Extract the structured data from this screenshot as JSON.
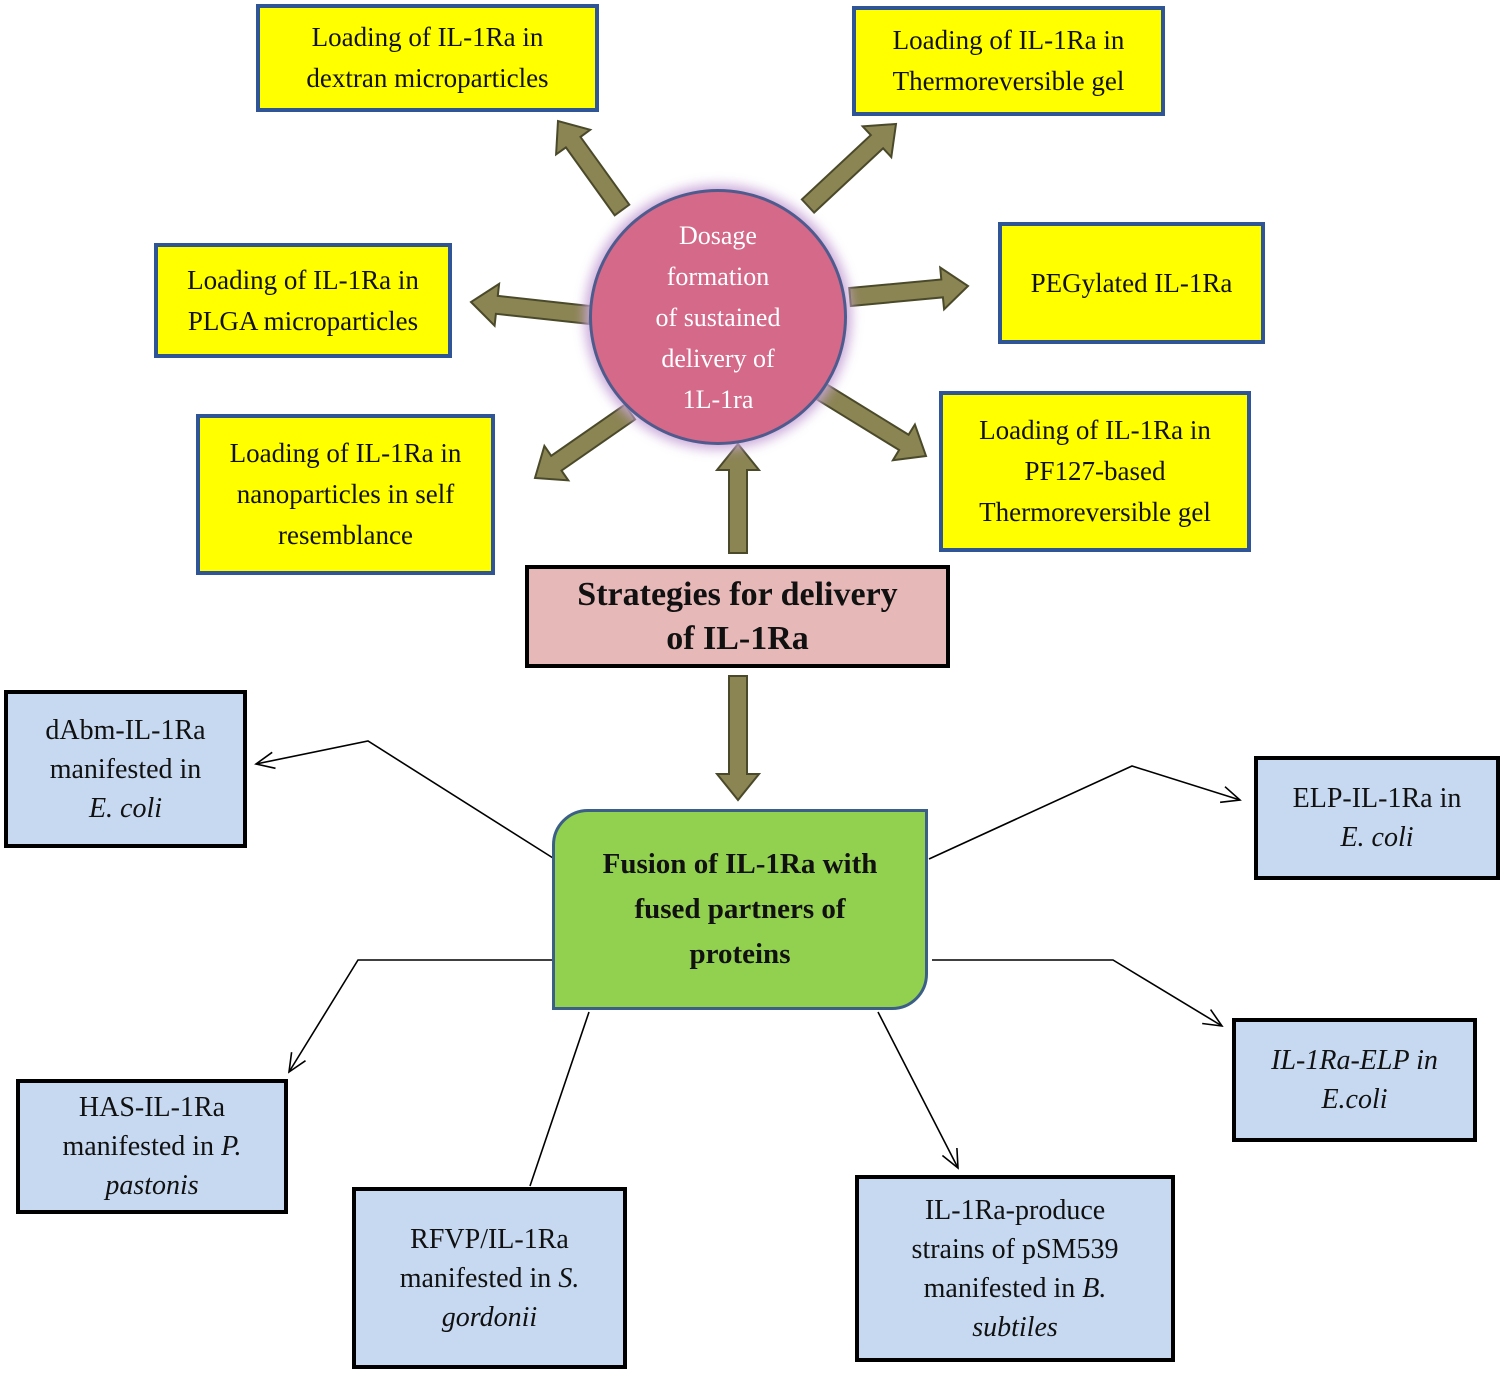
{
  "center_hub": {
    "lines": [
      "Dosage",
      "formation",
      "of sustained",
      "delivery of",
      "1L-1ra"
    ]
  },
  "strategies": {
    "lines": [
      "Strategies for delivery",
      "of IL-1Ra"
    ]
  },
  "fusion": {
    "lines": [
      "Fusion of IL-1Ra with",
      "fused partners of",
      "proteins"
    ]
  },
  "yellow_boxes": [
    {
      "id": "dextran",
      "lines": [
        "Loading of IL-1Ra in",
        "dextran microparticles"
      ]
    },
    {
      "id": "thermo",
      "lines": [
        "Loading of IL-1Ra in",
        "Thermoreversible gel"
      ]
    },
    {
      "id": "plga",
      "lines": [
        "Loading of IL-1Ra in",
        "PLGA microparticles"
      ]
    },
    {
      "id": "peg",
      "lines": [
        "PEGylated IL-1Ra"
      ]
    },
    {
      "id": "nano",
      "lines": [
        "Loading of IL-1Ra in",
        "nanoparticles in self",
        "resemblance"
      ]
    },
    {
      "id": "pf127",
      "lines": [
        "Loading of IL-1Ra in",
        "PF127-based",
        "Thermoreversible gel"
      ]
    }
  ],
  "blue_boxes": [
    {
      "id": "dabm",
      "lines": [
        [
          {
            "t": "dAbm-IL-1Ra",
            "i": false
          }
        ],
        [
          {
            "t": "manifested in",
            "i": false
          }
        ],
        [
          {
            "t": "E. coli",
            "i": true
          }
        ]
      ]
    },
    {
      "id": "elp",
      "lines": [
        [
          {
            "t": "ELP-IL-1Ra in",
            "i": false
          }
        ],
        [
          {
            "t": "E. coli",
            "i": true
          }
        ]
      ]
    },
    {
      "id": "has",
      "lines": [
        [
          {
            "t": "HAS-IL-1Ra",
            "i": false
          }
        ],
        [
          {
            "t": "manifested in ",
            "i": false
          },
          {
            "t": "P.",
            "i": true
          }
        ],
        [
          {
            "t": "pastonis",
            "i": true
          }
        ]
      ]
    },
    {
      "id": "ilelp",
      "lines": [
        [
          {
            "t": "IL-1Ra-ELP in",
            "i": true
          }
        ],
        [
          {
            "t": "E.coli",
            "i": true
          }
        ]
      ]
    },
    {
      "id": "rfvp",
      "lines": [
        [
          {
            "t": "RFVP/IL-1Ra",
            "i": false
          }
        ],
        [
          {
            "t": "manifested in ",
            "i": false
          },
          {
            "t": "S.",
            "i": true
          }
        ],
        [
          {
            "t": "gordonii",
            "i": true
          }
        ]
      ]
    },
    {
      "id": "psm",
      "lines": [
        [
          {
            "t": "IL-1Ra-produce",
            "i": false
          }
        ],
        [
          {
            "t": "strains of pSM539",
            "i": false
          }
        ],
        [
          {
            "t": "manifested in ",
            "i": false
          },
          {
            "t": "B.",
            "i": true
          }
        ],
        [
          {
            "t": "subtiles",
            "i": true
          }
        ]
      ]
    }
  ],
  "colors": {
    "yellow_fill": "#ffff00",
    "yellow_border": "#2f5597",
    "blue_fill": "#c6d9f1",
    "hub_fill": "#d5698a",
    "strategies_fill": "#e6b9b8",
    "fusion_fill": "#92d050",
    "block_arrow": "#8b8453"
  }
}
